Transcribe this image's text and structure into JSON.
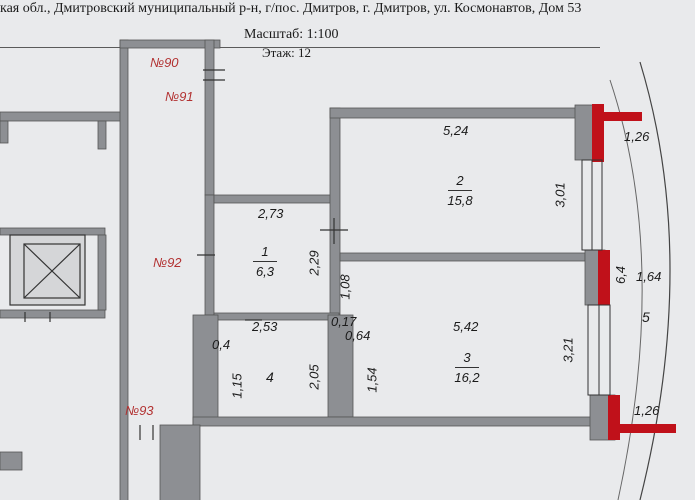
{
  "header": {
    "address": "кая обл., Дмитровский муниципальный р-н, г/пос. Дмитров, г. Дмитров, ул. Космонавтов, Дом 53",
    "scale": "Масштаб: 1:100",
    "floor": "Этаж: 12"
  },
  "apartments": {
    "n90": "№90",
    "n91": "№91",
    "n92": "№92",
    "n93": "№93"
  },
  "rooms": {
    "r1": {
      "num": "1",
      "area": "6,3"
    },
    "r2": {
      "num": "2",
      "area": "15,8"
    },
    "r3": {
      "num": "3",
      "area": "16,2"
    },
    "r4": {
      "num": "4"
    },
    "r5": {
      "num": "5"
    }
  },
  "dims": {
    "d_524": "5,24",
    "d_301": "3,01",
    "d_126a": "1,26",
    "d_273": "2,73",
    "d_229": "2,29",
    "d_108": "1,08",
    "d_64": "6,4",
    "d_164": "1,64",
    "d_253": "2,53",
    "d_017": "0,17",
    "d_064": "0,64",
    "d_542": "5,42",
    "d_321": "3,21",
    "d_04": "0,4",
    "d_115": "1,15",
    "d_205": "2,05",
    "d_154": "1,54",
    "d_126b": "1,26"
  },
  "colors": {
    "wall": "#8d8f93",
    "outer_wall_red": "#c0111a",
    "label_red": "#b23131"
  }
}
